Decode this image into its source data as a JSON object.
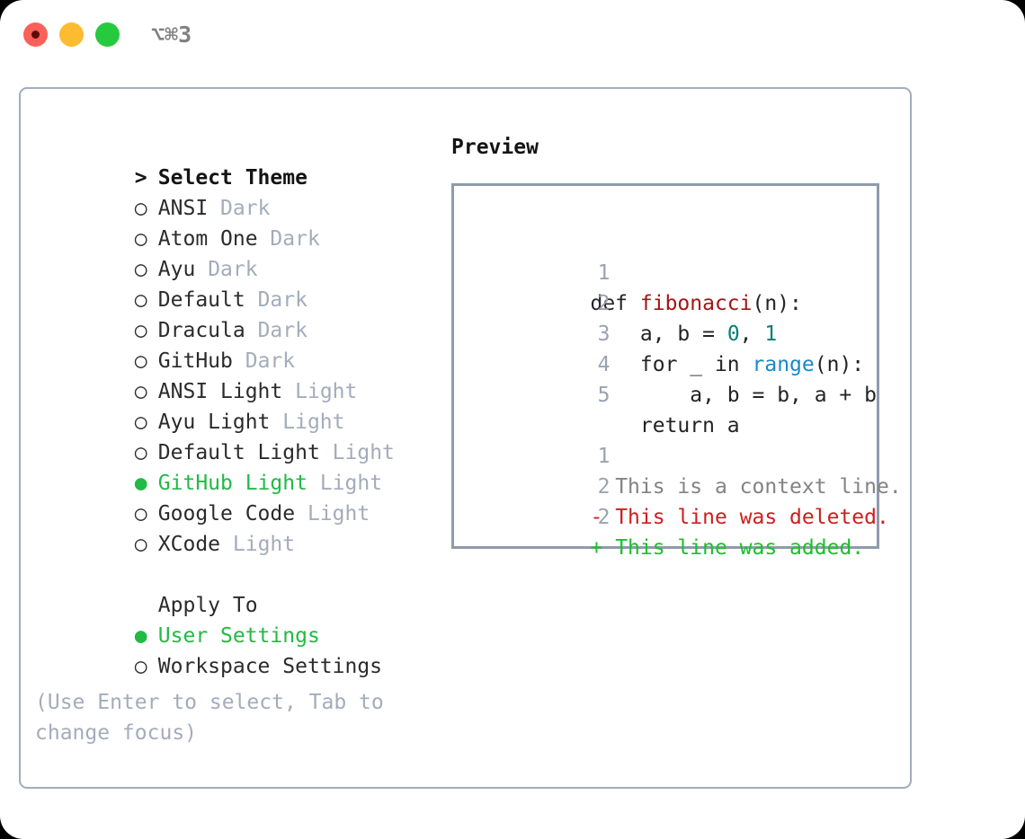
{
  "window": {
    "shortcut_label": "⌥⌘3",
    "traffic_lights": {
      "close": "#fb6158",
      "minimize": "#fdbc2f",
      "maximize": "#27c93f"
    },
    "accent_green": "#21ba45",
    "muted_gray": "#a3acbb",
    "panel_border": "#a3adbb"
  },
  "theme_panel": {
    "header_marker": ">",
    "header": "Select Theme",
    "items": [
      {
        "marker": "○",
        "label": "ANSI",
        "tag": "Dark",
        "selected": false
      },
      {
        "marker": "○",
        "label": "Atom One",
        "tag": "Dark",
        "selected": false
      },
      {
        "marker": "○",
        "label": "Ayu",
        "tag": "Dark",
        "selected": false
      },
      {
        "marker": "○",
        "label": "Default",
        "tag": "Dark",
        "selected": false
      },
      {
        "marker": "○",
        "label": "Dracula",
        "tag": "Dark",
        "selected": false
      },
      {
        "marker": "○",
        "label": "GitHub",
        "tag": "Dark",
        "selected": false
      },
      {
        "marker": "○",
        "label": "ANSI Light",
        "tag": "Light",
        "selected": false
      },
      {
        "marker": "○",
        "label": "Ayu Light",
        "tag": "Light",
        "selected": false
      },
      {
        "marker": "○",
        "label": "Default Light",
        "tag": "Light",
        "selected": false
      },
      {
        "marker": "●",
        "label": "GitHub Light",
        "tag": "Light",
        "selected": true
      },
      {
        "marker": "○",
        "label": "Google Code",
        "tag": "Light",
        "selected": false
      },
      {
        "marker": "○",
        "label": "XCode",
        "tag": "Light",
        "selected": false
      }
    ]
  },
  "apply_to": {
    "header": "Apply To",
    "options": [
      {
        "marker": "●",
        "label": "User Settings",
        "selected": true
      },
      {
        "marker": "○",
        "label": "Workspace Settings",
        "selected": false
      }
    ]
  },
  "hint": "(Use Enter to select, Tab to change focus)",
  "preview": {
    "header": "Preview",
    "code_lines": [
      {
        "no": "1",
        "segments": [
          {
            "t": "def ",
            "c": "tok-def"
          },
          {
            "t": "fibonacci",
            "c": "tok-fn"
          },
          {
            "t": "(n):",
            "c": "code-text"
          }
        ]
      },
      {
        "no": "2",
        "segments": [
          {
            "t": "    a, b = ",
            "c": "code-text"
          },
          {
            "t": "0",
            "c": "tok-num"
          },
          {
            "t": ", ",
            "c": "code-text"
          },
          {
            "t": "1",
            "c": "tok-num"
          }
        ]
      },
      {
        "no": "3",
        "segments": [
          {
            "t": "    for _ in ",
            "c": "code-text"
          },
          {
            "t": "range",
            "c": "tok-builtin"
          },
          {
            "t": "(n):",
            "c": "code-text"
          }
        ]
      },
      {
        "no": "4",
        "segments": [
          {
            "t": "        a, b = b, a + b",
            "c": "code-text"
          }
        ]
      },
      {
        "no": "5",
        "segments": [
          {
            "t": "    return a",
            "c": "code-text"
          }
        ]
      }
    ],
    "diff_lines": [
      {
        "no": "1",
        "mark": " ",
        "text": " This is a context line.",
        "kind": "diff-ctx"
      },
      {
        "no": "2",
        "mark": "-",
        "text": " This line was deleted.",
        "kind": "diff-del"
      },
      {
        "no": "2",
        "mark": "+",
        "text": " This line was added.",
        "kind": "diff-add"
      }
    ]
  }
}
